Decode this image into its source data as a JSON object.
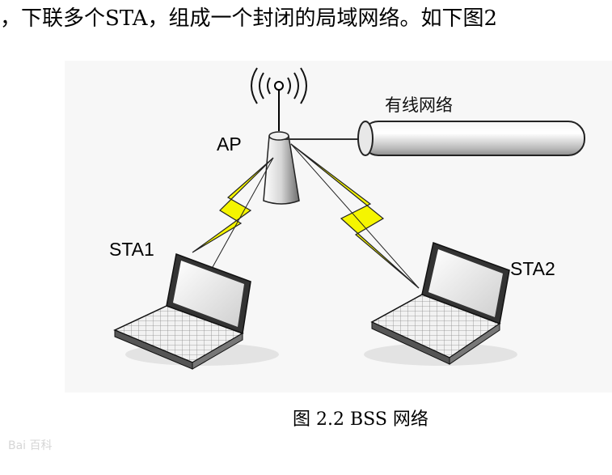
{
  "intro_text": "，下联多个STA，组成一个封闭的局域网络。如下图2",
  "diagram": {
    "ap_label": "AP",
    "wired_label": "有线网络",
    "sta1_label": "STA1",
    "sta2_label": "STA2"
  },
  "caption": "图 2.2 BSS 网络",
  "watermark": "Bai 百科"
}
